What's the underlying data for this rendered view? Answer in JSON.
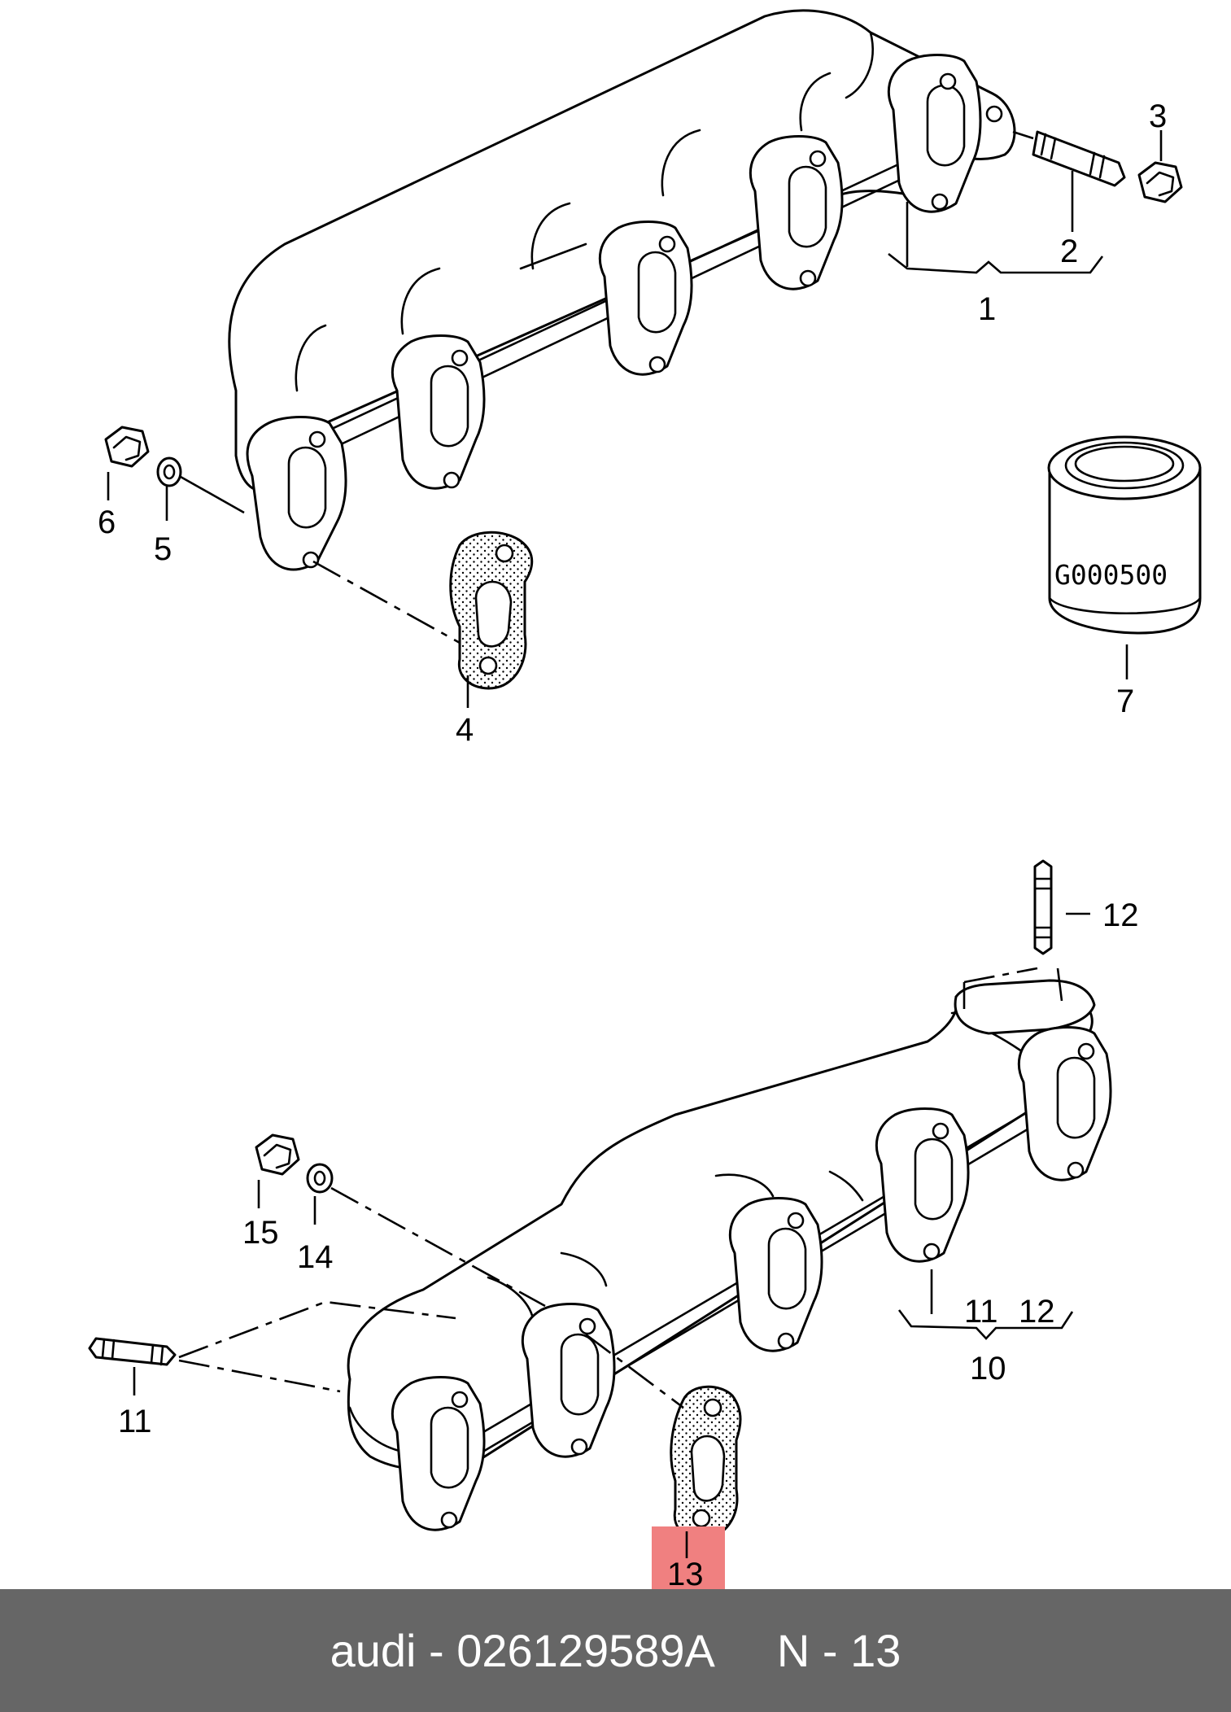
{
  "diagram": {
    "callouts": {
      "c1": "1",
      "c2": "2",
      "c3": "3",
      "c4": "4",
      "c5": "5",
      "c6": "6",
      "c7": "7",
      "c10": "10",
      "c11a": "11",
      "c11b": "11",
      "c12a": "12",
      "c12b": "12",
      "c13": "13",
      "c14": "14",
      "c15": "15"
    },
    "can_label": "G000500",
    "highlight_color": "#f08080"
  },
  "footer": {
    "part_text": "audi - 026129589A",
    "position_text": "N - 13"
  }
}
